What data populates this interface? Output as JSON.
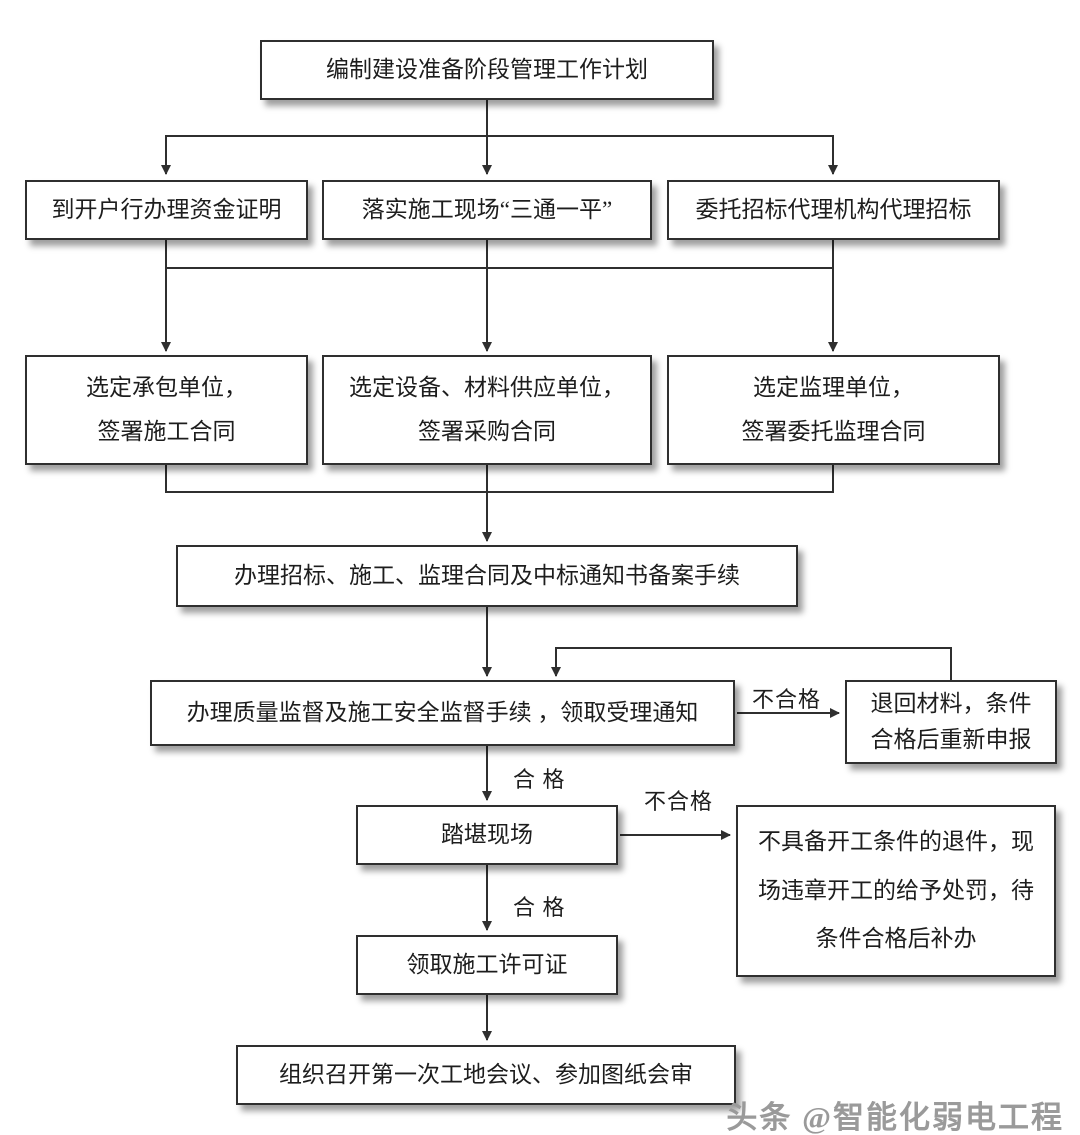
{
  "nodes": {
    "plan": {
      "label": "编制建设准备阶段管理工作计划"
    },
    "fund_cert": {
      "label": "到开户行办理资金证明"
    },
    "site_ready": {
      "label": "落实施工现场“三通一平”"
    },
    "bid_agency": {
      "label": "委托招标代理机构代理招标"
    },
    "contractor": {
      "lines": [
        "选定承包单位，",
        "签署施工合同"
      ]
    },
    "equipment": {
      "lines": [
        "选定设备、材料供应单位，",
        "签署采购合同"
      ]
    },
    "supervision": {
      "lines": [
        "选定监理单位，",
        "签署委托监理合同"
      ]
    },
    "filing": {
      "label": "办理招标、施工、监理合同及中标通知书备案手续"
    },
    "quality": {
      "label": "办理质量监督及施工安全监督手续 ，领取受理通知"
    },
    "reject": {
      "lines": [
        "退回材料，条件",
        "合格后重新申报"
      ]
    },
    "survey": {
      "label": "踏堪现场"
    },
    "fail_handle": {
      "lines": [
        "不具备开工条件的退件，现",
        "场违章开工的给予处罚，待",
        "条件合格后补办"
      ]
    },
    "permit": {
      "label": "领取施工许可证"
    },
    "meeting": {
      "label": "组织召开第一次工地会议、参加图纸会审"
    }
  },
  "edge_labels": {
    "qualified_1": "合 格",
    "unqualified_1": "不合格",
    "qualified_2": "合 格",
    "unqualified_2": "不合格"
  },
  "watermark": "头条 @智能化弱电工程",
  "colors": {
    "line": "#2f2f2f",
    "box_border": "#2f2f2f",
    "text": "#1d1d1d",
    "watermark": "#9a9a9a",
    "background": "#ffffff"
  }
}
